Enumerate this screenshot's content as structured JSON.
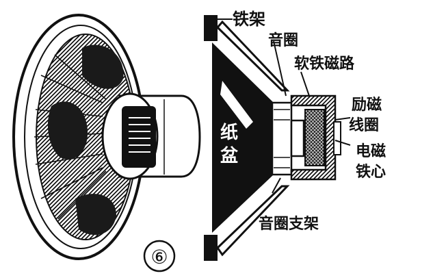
{
  "figure": {
    "number": "⑥",
    "labels": {
      "iron_frame": "铁架",
      "voice_coil": "音圈",
      "soft_iron_path": "软铁磁路",
      "excitation_coil_1": "励磁",
      "excitation_coil_2": "线圈",
      "electromagnet_core_1": "电磁",
      "electromagnet_core_2": "铁心",
      "paper_cone_1": "纸",
      "paper_cone_2": "盆",
      "voice_coil_support": "音圈支架"
    }
  }
}
